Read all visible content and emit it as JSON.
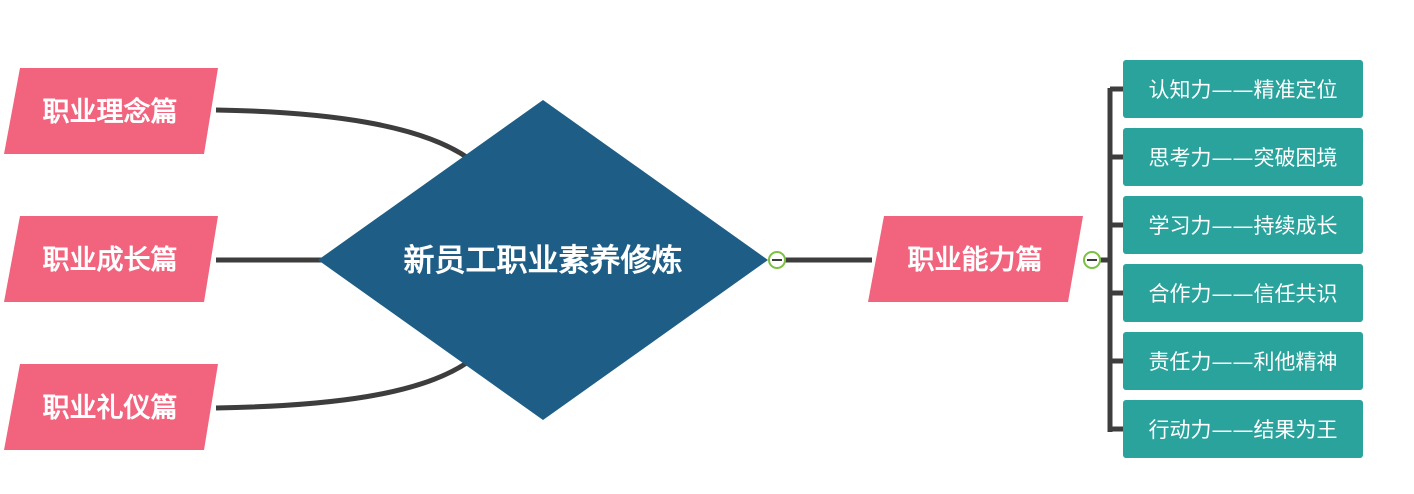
{
  "root": {
    "label": "新员工职业素养修炼",
    "color": "#1e5e86"
  },
  "left_branches": [
    {
      "label": "职业理念篇"
    },
    {
      "label": "职业成长篇"
    },
    {
      "label": "职业礼仪篇"
    }
  ],
  "right_branch": {
    "label": "职业能力篇",
    "children": [
      {
        "label": "认知力——精准定位"
      },
      {
        "label": "思考力——突破困境"
      },
      {
        "label": "学习力——持续成长"
      },
      {
        "label": "合作力——信任共识"
      },
      {
        "label": "责任力——利他精神"
      },
      {
        "label": "行动力——结果为王"
      }
    ]
  },
  "colors": {
    "branch": "#f2637e",
    "leaf": "#2aa39d",
    "line": "#3d3d3d",
    "collapse": "#7dc142"
  }
}
